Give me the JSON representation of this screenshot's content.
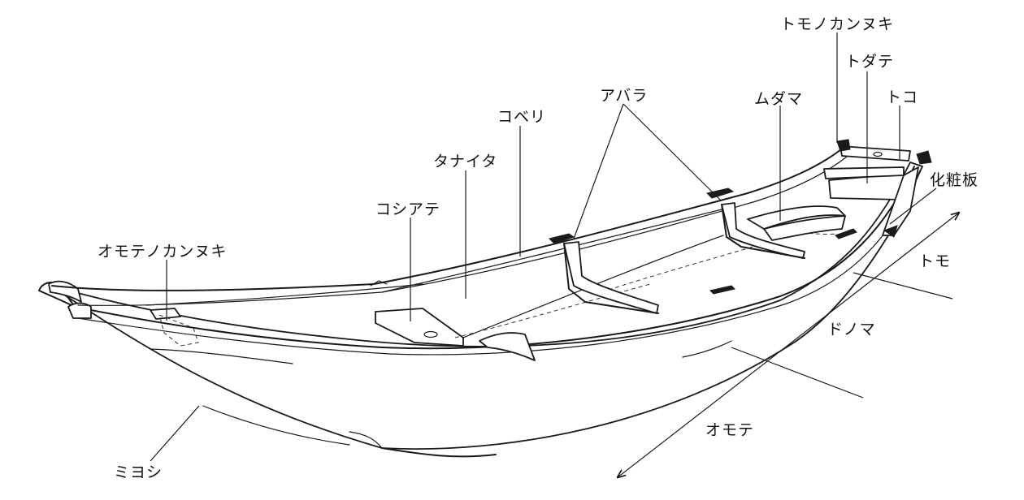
{
  "labels": {
    "tomo_no_kannuki": "トモノカンヌキ",
    "todate": "トダテ",
    "toko": "トコ",
    "abara": "アバラ",
    "mudama": "ムダマ",
    "kobeli": "コベリ",
    "tanaita": "タナイタ",
    "keshoita": "化粧板",
    "koshiate": "コシアテ",
    "omote_no_kannuki": "オモテノカンヌキ",
    "tomo": "トモ",
    "donoma": "ドノマ",
    "omote": "オモテ",
    "miyoshi": "ミヨシ"
  }
}
